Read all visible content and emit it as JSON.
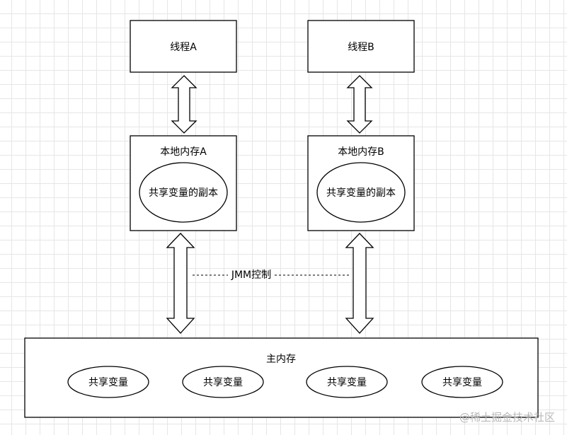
{
  "threads": [
    {
      "label": "线程A"
    },
    {
      "label": "线程B"
    }
  ],
  "local_memory": [
    {
      "label": "本地内存A",
      "copy_label": "共享变量的副本"
    },
    {
      "label": "本地内存B",
      "copy_label": "共享变量的副本"
    }
  ],
  "jmm_label": "JMM控制",
  "main_memory": {
    "label": "主内存",
    "variables": [
      "共享变量",
      "共享变量",
      "共享变量",
      "共享变量"
    ]
  },
  "watermark": "@稀土掘金技术社区"
}
